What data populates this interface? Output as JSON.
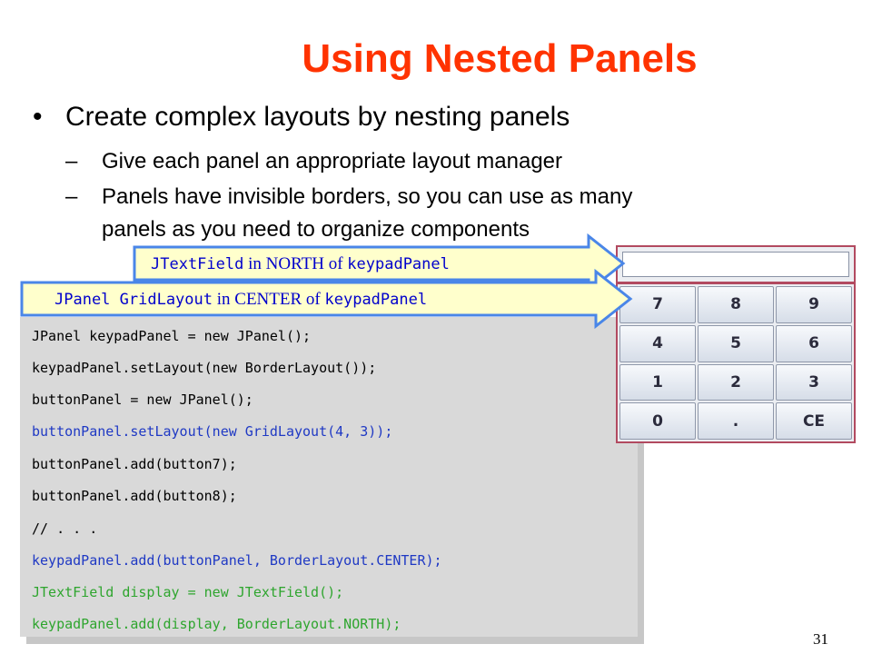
{
  "slide": {
    "title": "Using Nested Panels",
    "bullet": "Create complex layouts by nesting panels",
    "sub1": "Give each panel an appropriate layout manager",
    "sub2_line1": "Panels have invisible borders, so you can use as many",
    "sub2_line2": "panels as you need to organize components",
    "page_number": "31"
  },
  "callouts": {
    "north": {
      "code1": "JTextField",
      "text1": " in NORTH of ",
      "code2": "keypadPanel"
    },
    "center": {
      "code1": "JPanel GridLayout",
      "text1": " in CENTER of ",
      "code2": "keypadPanel"
    }
  },
  "code": [
    {
      "text": "JPanel keypadPanel = new JPanel();",
      "color": "#000000"
    },
    {
      "text": "keypadPanel.setLayout(new BorderLayout());",
      "color": "#000000"
    },
    {
      "text": "buttonPanel = new JPanel();",
      "color": "#000000"
    },
    {
      "text": "buttonPanel.setLayout(new GridLayout(4, 3));",
      "color": "#1f39c4"
    },
    {
      "text": "buttonPanel.add(button7);",
      "color": "#000000"
    },
    {
      "text": "buttonPanel.add(button8);",
      "color": "#000000"
    },
    {
      "text": "// . . .",
      "color": "#000000"
    },
    {
      "text": "keypadPanel.add(buttonPanel, BorderLayout.CENTER);",
      "color": "#1f39c4"
    },
    {
      "text": "JTextField display = new JTextField();",
      "color": "#2ea52e"
    },
    {
      "text": "keypadPanel.add(display, BorderLayout.NORTH);",
      "color": "#2ea52e"
    }
  ],
  "keypad": {
    "display_value": "",
    "keys": [
      "7",
      "8",
      "9",
      "4",
      "5",
      "6",
      "1",
      "2",
      "3",
      "0",
      ".",
      "CE"
    ]
  },
  "colors": {
    "title": "#ff3300",
    "callout_fill": "#ffffcc",
    "callout_border": "#4a86e8",
    "code_bg": "#d9d9d9",
    "keypad_border": "#b24a60"
  }
}
